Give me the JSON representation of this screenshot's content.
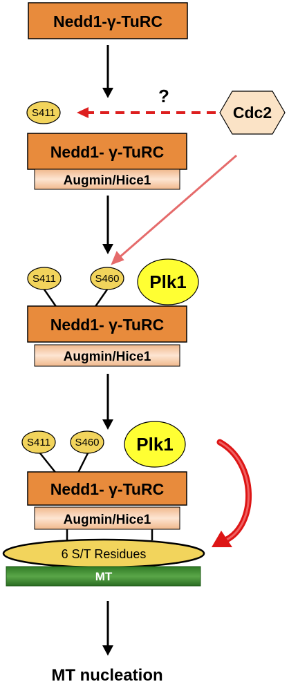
{
  "complex_label": "Nedd1-γ-TuRC",
  "complex_label_spaced": "Nedd1- γ-TuRC",
  "augmin_label": "Augmin/Hice1",
  "site_s411": "S411",
  "site_s460": "S460",
  "kinase_cdc2": "Cdc2",
  "kinase_plk1": "Plk1",
  "unknown_mark": "?",
  "residues_label": "6 S/T Residues",
  "microtubule_label": "MT",
  "outcome_label": "MT nucleation",
  "colors": {
    "complex_fill": "#e88b3c",
    "augmin_fill": "#f4c9a6",
    "site_fill": "#f2d45c",
    "plk1_fill": "#ffff33",
    "cdc2_fill": "#fbe3c6",
    "mt_fill": "#3f8f32",
    "dashed_arrow": "#dd1f1f",
    "pink_arrow": "#e56b6b",
    "curved_arrow": "#dd1515"
  }
}
